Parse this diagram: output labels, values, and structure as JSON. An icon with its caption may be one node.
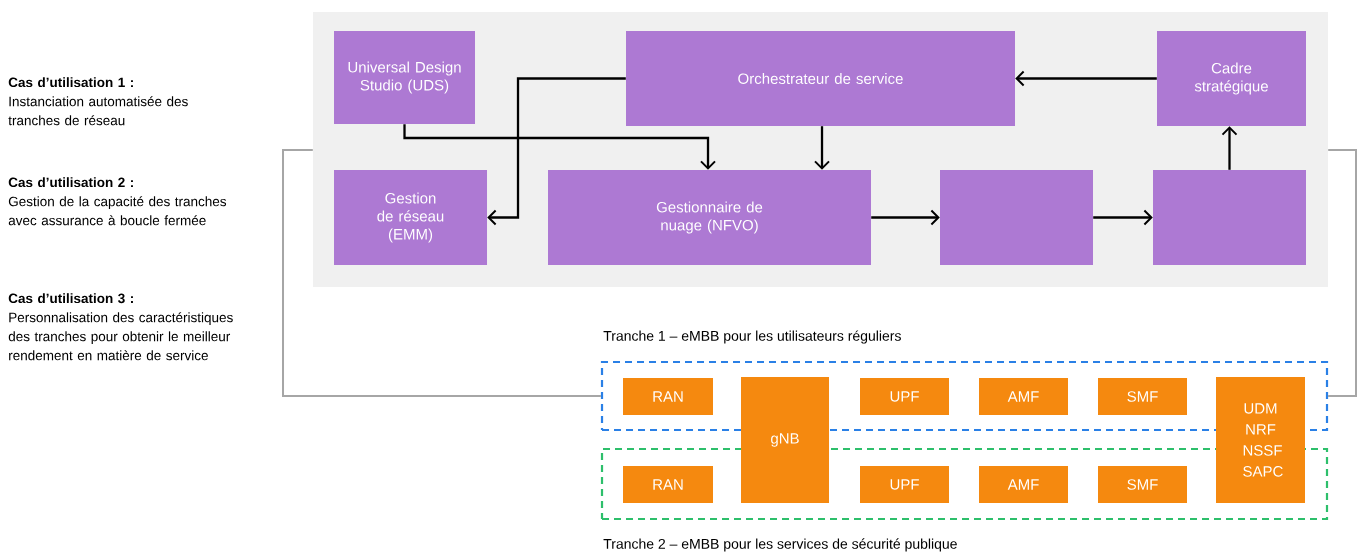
{
  "diagram": {
    "nodes": [
      {
        "text": [],
        "shape": "box"
      },
      {
        "text": [
          "Universal Design Studio (UDS)"
        ],
        "in": 0
      },
      {
        "text": [
          "Orchestrateur de service"
        ],
        "in": 0
      },
      {
        "text": [
          "Cadre stratégique"
        ],
        "in": 0
      },
      {
        "text": [
          "Gestion de réseau (EMM)"
        ],
        "in": 0
      },
      {
        "text": [
          "Gestionnaire de nuage (NFVO)"
        ],
        "in": 0
      },
      {
        "text": [],
        "shape": "box",
        "in": 0
      },
      {
        "text": [],
        "shape": "box",
        "in": 0
      },
      {
        "text": [
          "Tranche 1 – eMBB pour les utilisateurs réguliers"
        ]
      },
      {
        "text": [
          "RAN"
        ],
        "in": 8
      },
      {
        "text": [
          "gNB"
        ]
      },
      {
        "text": [
          "UPF"
        ],
        "in": 8
      },
      {
        "text": [
          "AMF"
        ],
        "in": 8
      },
      {
        "text": [
          "SMF"
        ],
        "in": 8
      },
      {
        "text": [
          "UDM NRF NSSF SAPC"
        ]
      },
      {
        "text": [
          "Tranche 2 – eMBB pour les services de sécurité publique"
        ]
      },
      {
        "text": [
          "RAN"
        ],
        "in": 15
      },
      {
        "text": [
          "UPF"
        ],
        "in": 15
      },
      {
        "text": [
          "AMF"
        ],
        "in": 15
      },
      {
        "text": [
          "SMF"
        ],
        "in": 15
      }
    ],
    "edges": [
      {
        "from": 1,
        "to": 5,
        "arrow": "to"
      },
      {
        "from": 2,
        "to": 4,
        "arrow": "to"
      },
      {
        "from": 2,
        "to": 5,
        "arrow": "to"
      },
      {
        "from": 3,
        "to": 2,
        "arrow": "to"
      },
      {
        "from": 5,
        "to": 6,
        "arrow": "to"
      },
      {
        "from": 6,
        "to": 7,
        "arrow": "to"
      },
      {
        "from": 7,
        "to": 3,
        "arrow": "to"
      },
      {
        "from": 0,
        "to": 8,
        "arrow": "none",
        "color": "#a6a6a6"
      },
      {
        "from": 0,
        "to": 8,
        "arrow": "none",
        "color": "#a6a6a6"
      }
    ],
    "labels": [
      "Cas d’utilisation 1 :",
      "Instanciation automatisée des tranches de réseau",
      "Cas d’utilisation 2 :",
      "Gestion de la capacité des tranches avec assurance à boucle fermée",
      "Cas d’utilisation 3 :",
      "Personnalisation des caractéristiques des tranches pour obtenir le meilleur rendement en matière de service"
    ]
  }
}
